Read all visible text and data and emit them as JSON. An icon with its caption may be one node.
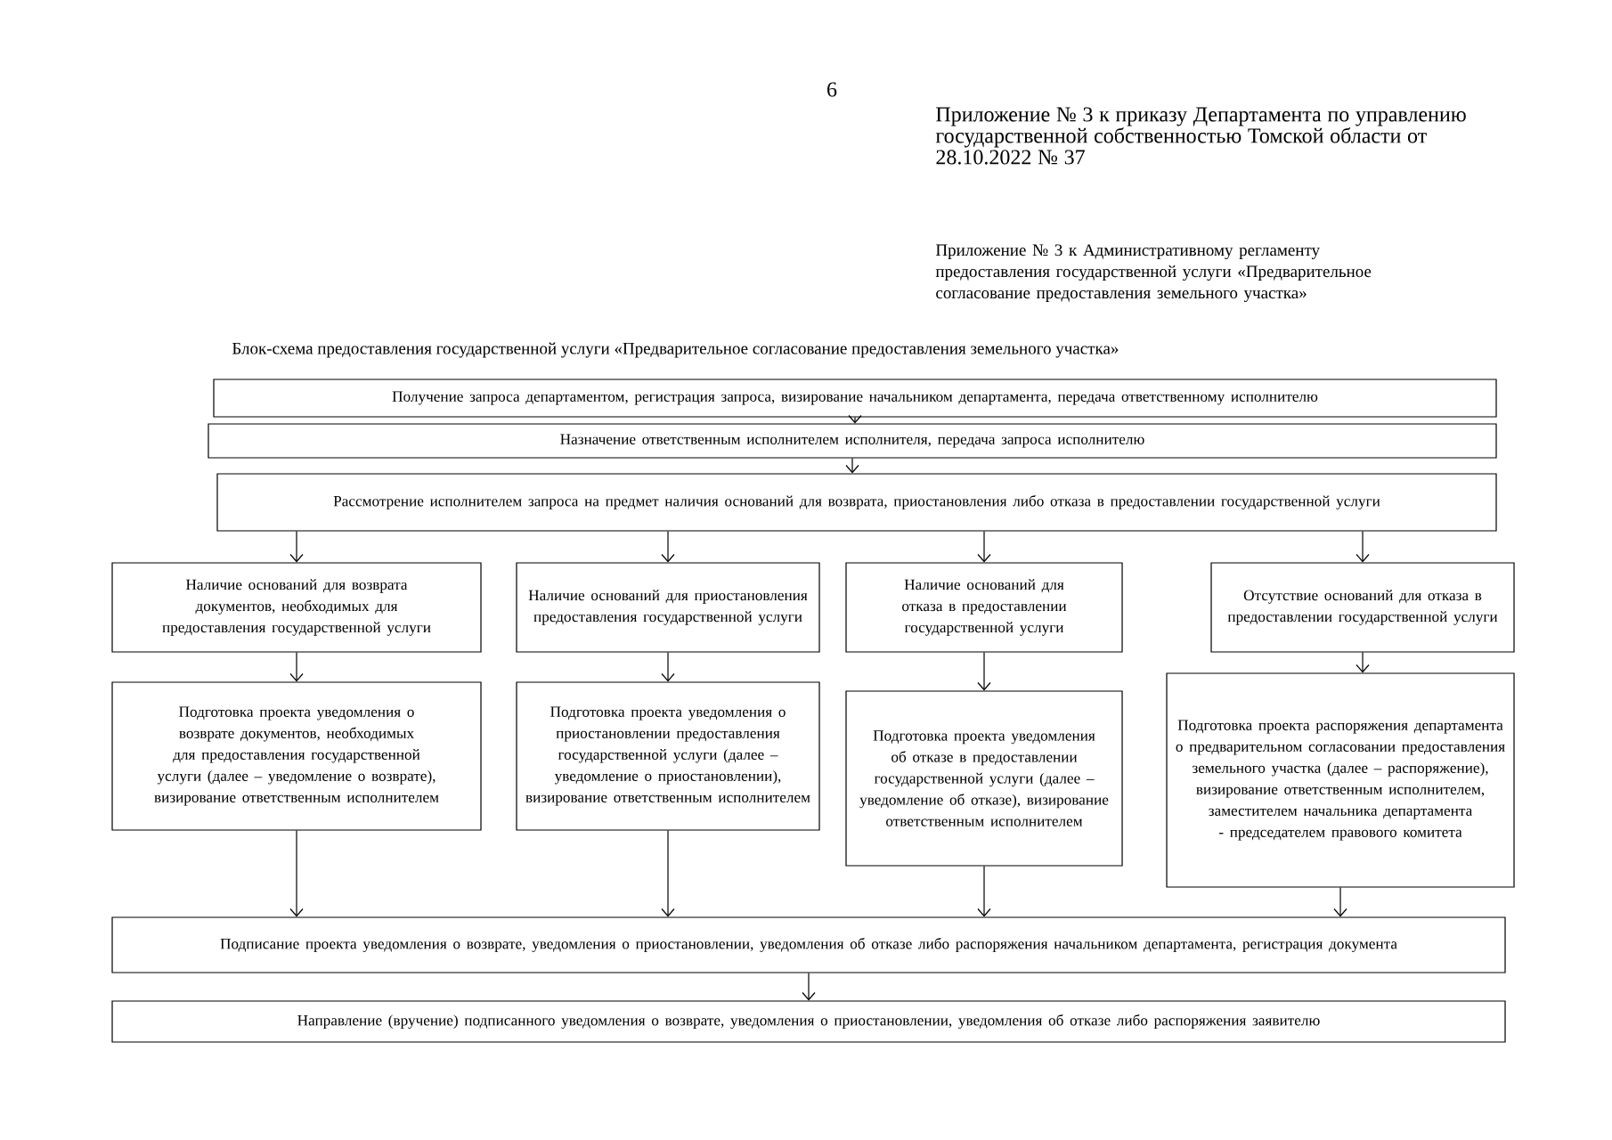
{
  "diagram": {
    "title": "Блок-схема предоставления государственной услуги «Предварительное согласование предоставления земельного участка»",
    "nodes": [
      {
        "text": [
          "Получение запроса департаментом, регистрация запроса, визирование начальником департамента, передача ответственному исполнителю"
        ]
      },
      {
        "text": [
          "Назначение ответственным исполнителем исполнителя, передача запроса исполнителю"
        ]
      },
      {
        "text": [
          "Рассмотрение исполнителем запроса на предмет наличия оснований для возврата, приостановления либо отказа в предоставлении государственной услуги"
        ]
      },
      {
        "text": [
          "Наличие оснований для возврата документов, необходимых для предоставления государственной услуги"
        ]
      },
      {
        "text": [
          "Наличие оснований для приостановления предоставления государственной услуги"
        ]
      },
      {
        "text": [
          "Наличие оснований для отказа в предоставлении государственной услуги"
        ]
      },
      {
        "text": [
          "Отсутствие оснований для отказа в предоставлении государственной услуги"
        ]
      },
      {
        "text": [
          "Подготовка проекта уведомления о возврате документов, необходимых для предоставления государственной услуги (далее – уведомление о возврате), визирование ответственным исполнителем"
        ]
      },
      {
        "text": [
          "Подготовка проекта уведомления о приостановлении предоставления государственной услуги (далее – уведомление о приостановлении), визирование ответственным исполнителем"
        ]
      },
      {
        "text": [
          "Подготовка проекта уведомления об отказе в предоставлении государственной услуги (далее – уведомление об отказе), визирование ответственным исполнителем"
        ]
      },
      {
        "text": [
          "Подготовка проекта распоряжения департамента о предварительном согласовании предоставления земельного участка (далее – распоряжение), визирование ответственным исполнителем, заместителем начальника департамента - председателем правового комитета"
        ]
      },
      {
        "text": [
          "Подписание проекта уведомления о возврате, уведомления о приостановлении, уведомления об отказе либо распоряжения начальником департамента, регистрация документа"
        ]
      },
      {
        "text": [
          "Направление (вручение) подписанного уведомления о возврате, уведомления о приостановлении, уведомления об отказе либо распоряжения заявителю"
        ]
      }
    ],
    "edges": [
      {
        "from": 0,
        "to": 1,
        "arrow": "to"
      },
      {
        "from": 1,
        "to": 2,
        "arrow": "to"
      },
      {
        "from": 2,
        "to": 3,
        "arrow": "to"
      },
      {
        "from": 2,
        "to": 4,
        "arrow": "to"
      },
      {
        "from": 2,
        "to": 5,
        "arrow": "to"
      },
      {
        "from": 2,
        "to": 6,
        "arrow": "to"
      },
      {
        "from": 3,
        "to": 7,
        "arrow": "to"
      },
      {
        "from": 4,
        "to": 8,
        "arrow": "to"
      },
      {
        "from": 5,
        "to": 9,
        "arrow": "to"
      },
      {
        "from": 6,
        "to": 10,
        "arrow": "to"
      },
      {
        "from": 7,
        "to": 11,
        "arrow": "to"
      },
      {
        "from": 8,
        "to": 11,
        "arrow": "to"
      },
      {
        "from": 9,
        "to": 11,
        "arrow": "to"
      },
      {
        "from": 10,
        "to": 11,
        "arrow": "to"
      },
      {
        "from": 11,
        "to": 12,
        "arrow": "to"
      }
    ],
    "labels": [
      "6",
      "Приложение № 3 к приказу Департамента по управлению государственной собственностью Томской области от 28.10.2022 № 37",
      "Приложение № 3 к Административному регламенту предоставления государственной услуги «Предварительное согласование предоставления земельного участка»"
    ]
  }
}
